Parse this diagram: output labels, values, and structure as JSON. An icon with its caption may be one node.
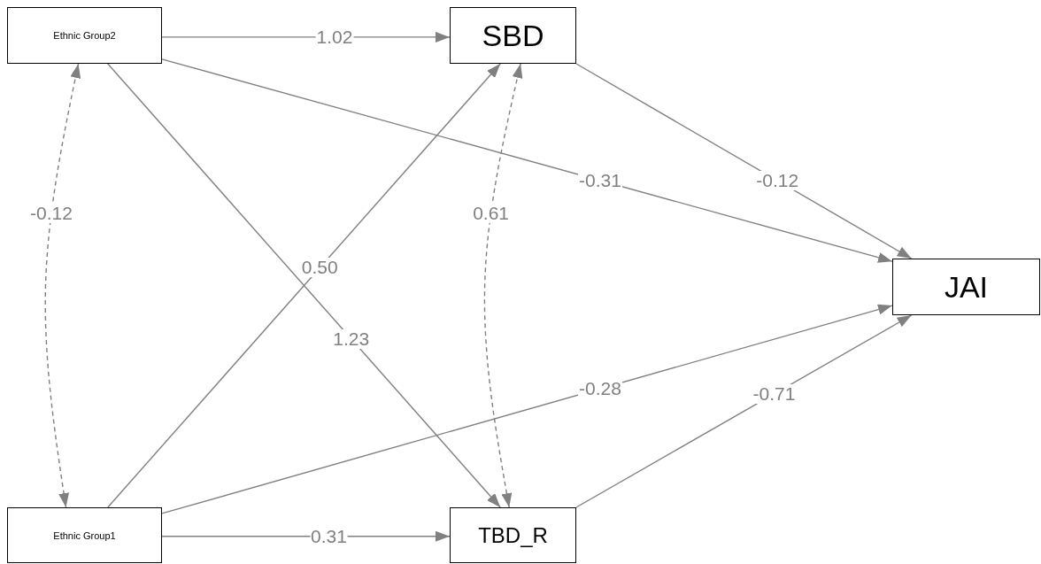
{
  "diagram": {
    "nodes": [
      {
        "text": [
          "Ethnic Group2"
        ]
      },
      {
        "text": [
          "SBD"
        ]
      },
      {
        "text": [
          "JAI"
        ]
      },
      {
        "text": [
          "Ethnic Group1"
        ]
      },
      {
        "text": [
          "TBD_R"
        ]
      }
    ],
    "edges": [
      {
        "from": 0,
        "to": 1,
        "arrow": "to",
        "label": "1.02"
      },
      {
        "from": 0,
        "to": 2,
        "arrow": "to",
        "label": "-0.31"
      },
      {
        "from": 0,
        "to": 4,
        "arrow": "to",
        "label": "1.23"
      },
      {
        "from": 3,
        "to": 1,
        "arrow": "to",
        "label": "0.50"
      },
      {
        "from": 3,
        "to": 2,
        "arrow": "to",
        "label": "-0.28"
      },
      {
        "from": 3,
        "to": 4,
        "arrow": "to",
        "label": "0.31"
      },
      {
        "from": 1,
        "to": 2,
        "arrow": "to",
        "label": "-0.12"
      },
      {
        "from": 4,
        "to": 2,
        "arrow": "to",
        "label": "-0.71"
      },
      {
        "from": 0,
        "to": 3,
        "arrow": "both",
        "label": "-0.12",
        "style": "dashed"
      },
      {
        "from": 1,
        "to": 4,
        "arrow": "both",
        "label": "0.61",
        "style": "dashed"
      }
    ]
  }
}
